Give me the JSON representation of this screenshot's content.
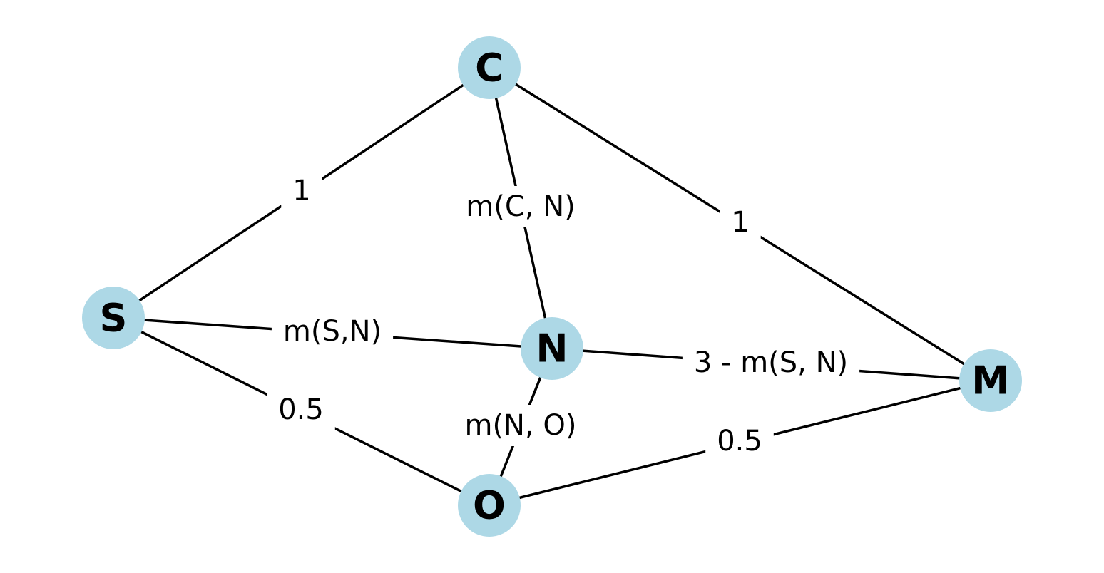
{
  "diagram": {
    "nodes": [
      {
        "id": "C",
        "label": "C"
      },
      {
        "id": "S",
        "label": "S"
      },
      {
        "id": "N",
        "label": "N"
      },
      {
        "id": "M",
        "label": "M"
      },
      {
        "id": "O",
        "label": "O"
      }
    ],
    "edges": [
      {
        "id": "S-C",
        "from": "S",
        "to": "C",
        "label": "1"
      },
      {
        "id": "C-N",
        "from": "C",
        "to": "N",
        "label": "m(C, N)"
      },
      {
        "id": "C-M",
        "from": "C",
        "to": "M",
        "label": "1"
      },
      {
        "id": "S-N",
        "from": "S",
        "to": "N",
        "label": "m(S,N)"
      },
      {
        "id": "N-M",
        "from": "N",
        "to": "M",
        "label": "3 - m(S, N)"
      },
      {
        "id": "S-O",
        "from": "S",
        "to": "O",
        "label": "0.5"
      },
      {
        "id": "N-O",
        "from": "N",
        "to": "O",
        "label": "m(N, O)"
      },
      {
        "id": "O-M",
        "from": "O",
        "to": "M",
        "label": "0.5"
      }
    ]
  },
  "colors": {
    "node_fill": "#add8e6",
    "edge": "#000000",
    "text": "#000000",
    "background": "#ffffff"
  }
}
